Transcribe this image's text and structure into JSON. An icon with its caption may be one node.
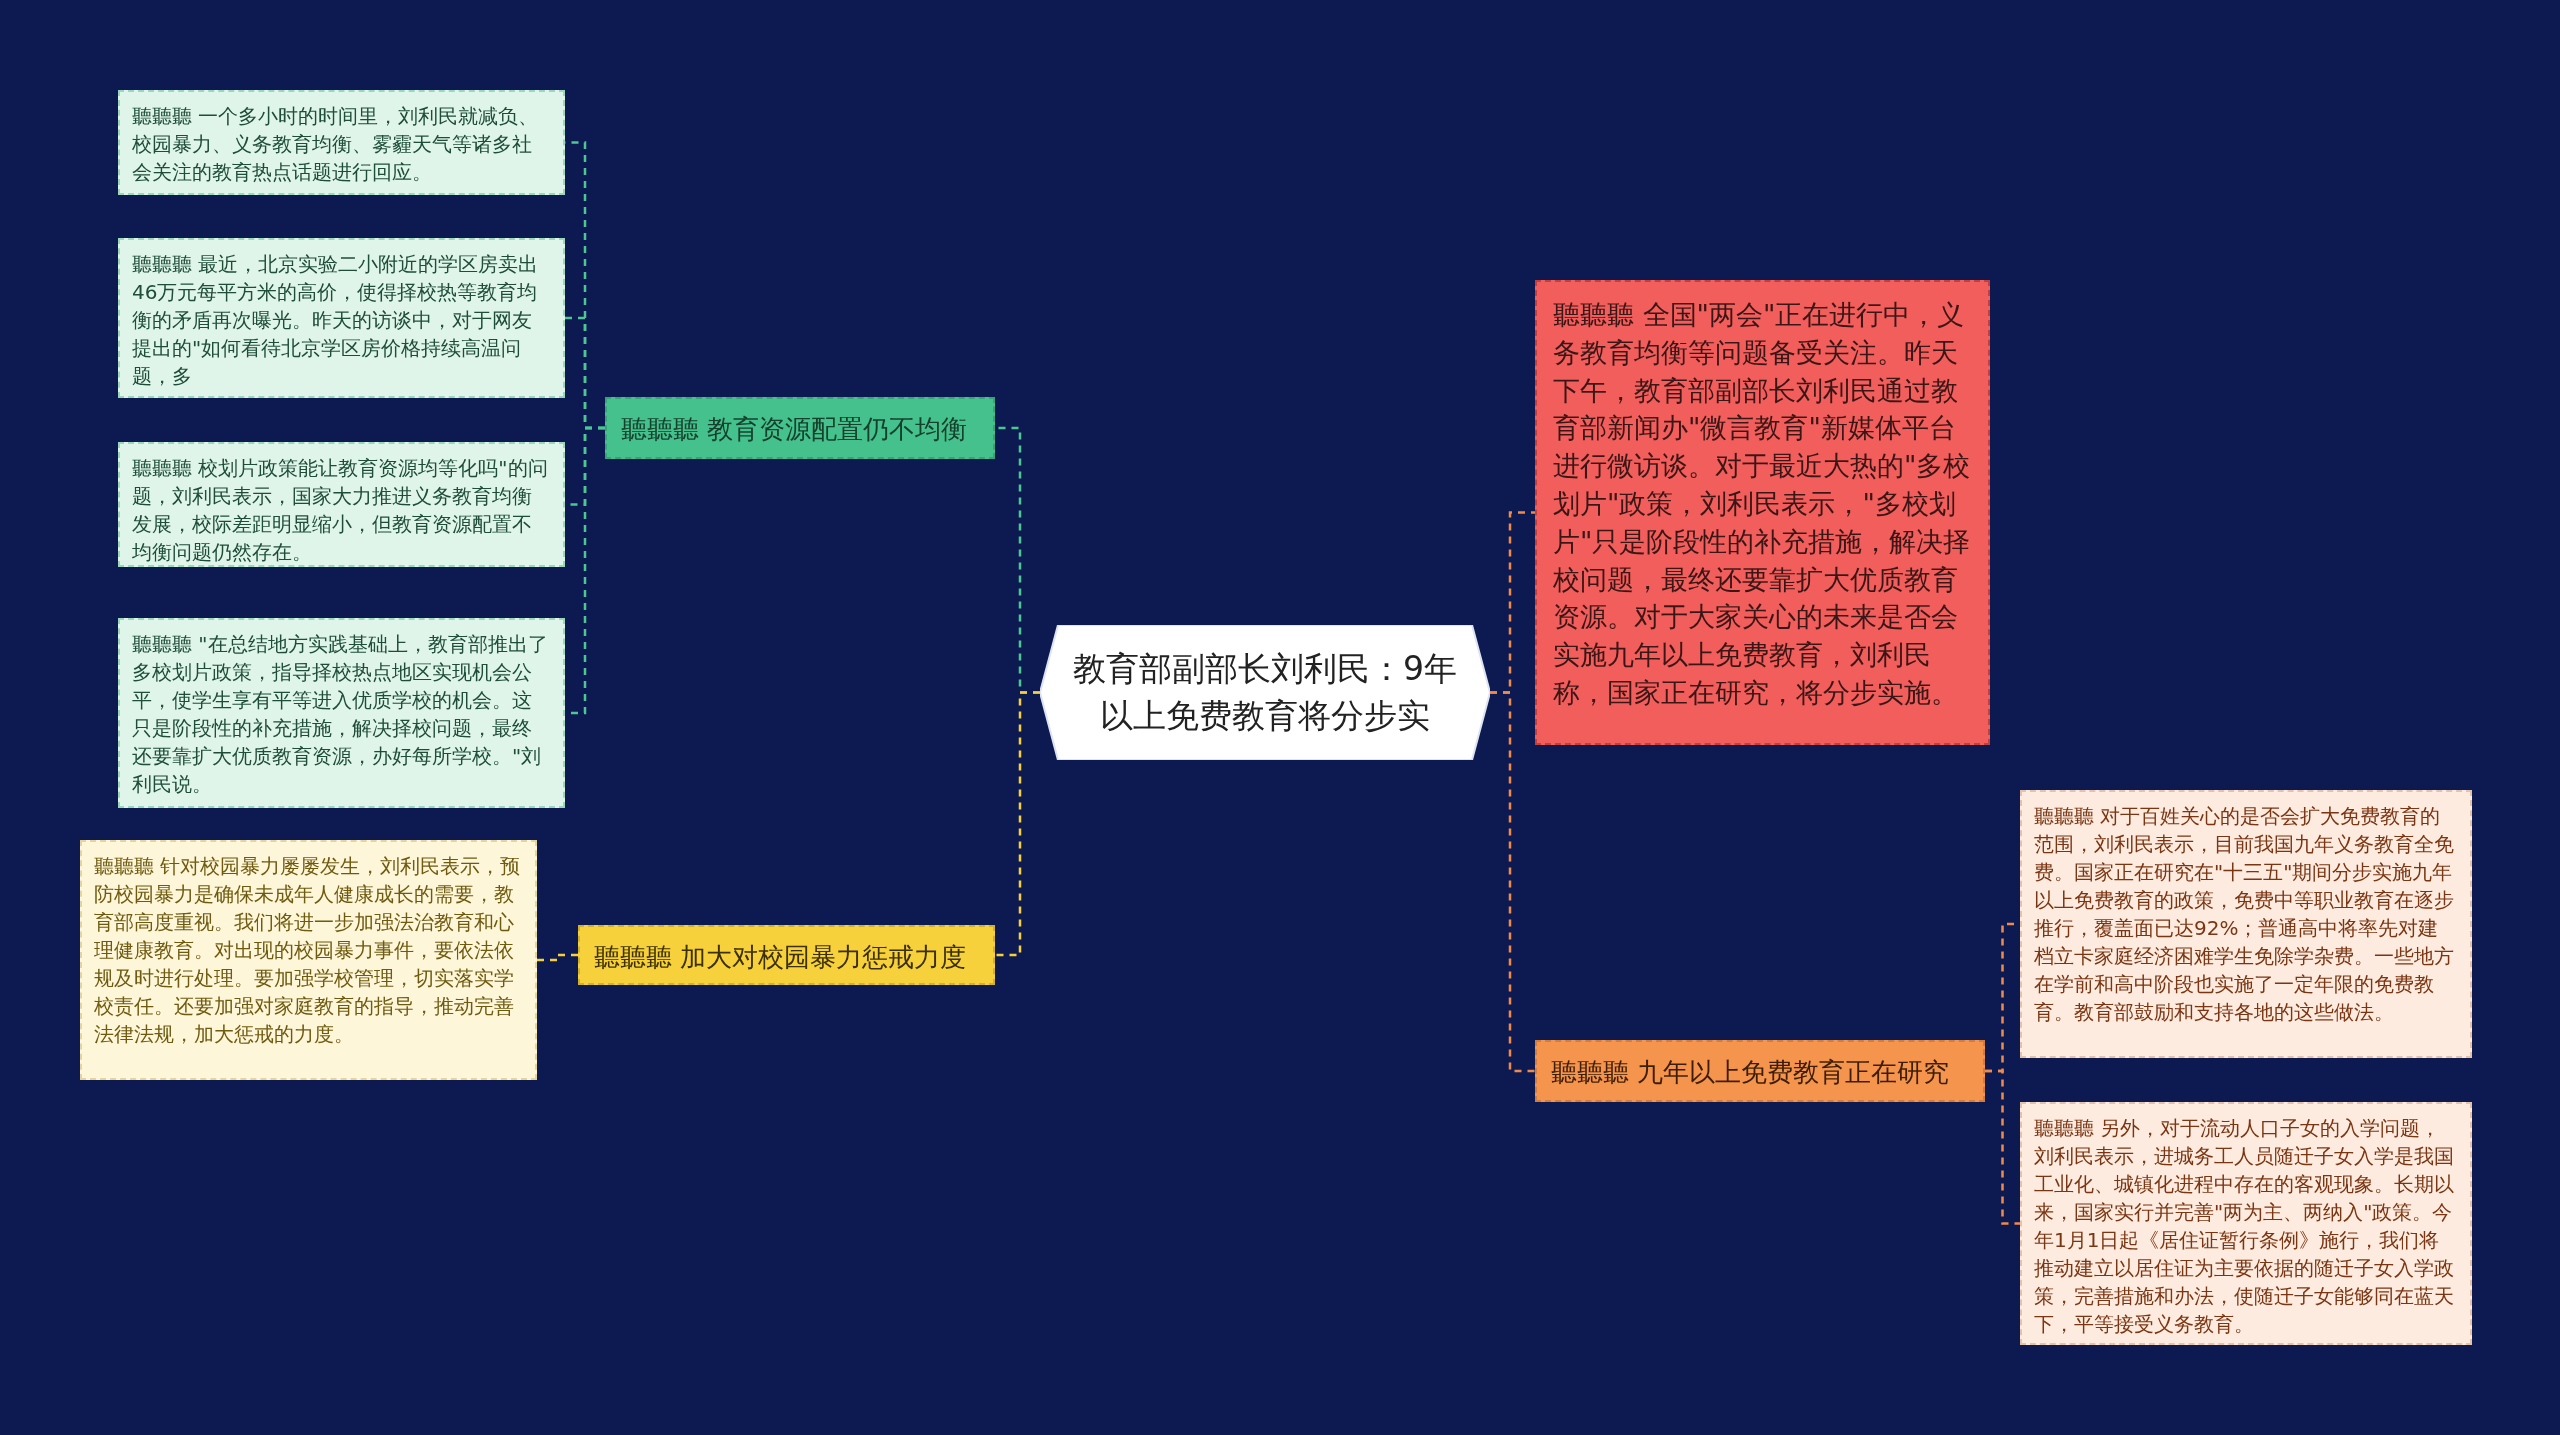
{
  "diagram": {
    "nodes": [
      {
        "text": [
          "教育部副部长刘利民：9年以上免费教育将分步实"
        ]
      },
      {
        "text": [
          "聽聽聽 教育资源配置仍不均衡"
        ]
      },
      {
        "text": [
          "聽聽聽 一个多小时的时间里，刘利民就减负、校园暴力、义务教育均衡、雾霾天气等诸多社会关注的教育热点话题进行回应。"
        ]
      },
      {
        "text": [
          "聽聽聽 最近，北京实验二小附近的学区房卖出46万元每平方米的高价，使得择校热等教育均衡的矛盾再次曝光。昨天的访谈中，对于网友提出的\"如何看待北京学区房价格持续高温问题，多"
        ]
      },
      {
        "text": [
          "聽聽聽 校划片政策能让教育资源均等化吗\"的问题，刘利民表示，国家大力推进义务教育均衡发展，校际差距明显缩小，但教育资源配置不均衡问题仍然存在。"
        ]
      },
      {
        "text": [
          "聽聽聽 \"在总结地方实践基础上，教育部推出了多校划片政策，指导择校热点地区实现机会公平，使学生享有平等进入优质学校的机会。这只是阶段性的补充措施，解决择校问题，最终还要靠扩大优质教育资源，办好每所学校。\"刘利民说。"
        ]
      },
      {
        "text": [
          "聽聽聽 加大对校园暴力惩戒力度"
        ]
      },
      {
        "text": [
          "聽聽聽 针对校园暴力屡屡发生，刘利民表示，预防校园暴力是确保未成年人健康成长的需要，教育部高度重视。我们将进一步加强法治教育和心理健康教育。对出现的校园暴力事件，要依法依规及时进行处理。要加强学校管理，切实落实学校责任。还要加强对家庭教育的指导，推动完善法律法规，加大惩戒的力度。"
        ]
      },
      {
        "text": [
          "聽聽聽 全国\"两会\"正在进行中，义务教育均衡等问题备受关注。昨天下午，教育部副部长刘利民通过教育部新闻办\"微言教育\"新媒体平台进行微访谈。对于最近大热的\"多校划片\"政策，刘利民表示，\"多校划片\"只是阶段性的补充措施，解决择校问题，最终还要靠扩大优质教育资源。对于大家关心的未来是否会实施九年以上免费教育，刘利民称，国家正在研究，将分步实施。"
        ]
      },
      {
        "text": [
          "聽聽聽 九年以上免费教育正在研究"
        ]
      },
      {
        "text": [
          "聽聽聽 对于百姓关心的是否会扩大免费教育的范围，刘利民表示，目前我国九年义务教育全免费。国家正在研究在\"十三五\"期间分步实施九年以上免费教育的政策，免费中等职业教育在逐步推行，覆盖面已达92%；普通高中将率先对建档立卡家庭经济困难学生免除学杂费。一些地方在学前和高中阶段也实施了一定年限的免费教育。教育部鼓励和支持各地的这些做法。"
        ]
      },
      {
        "text": [
          "聽聽聽 另外，对于流动人口子女的入学问题，刘利民表示，进城务工人员随迁子女入学是我国工业化、城镇化进程中存在的客观现象。长期以来，国家实行并完善\"两为主、两纳入\"政策。今年1月1日起《居住证暂行条例》施行，我们将推动建立以居住证为主要依据的随迁子女入学政策，完善措施和办法，使随迁子女能够同在蓝天下，平等接受义务教育。"
        ]
      }
    ],
    "edges": [
      {
        "from": 0,
        "to": 1,
        "arrow": "none",
        "style": "dashed",
        "color": "#4cc792"
      },
      {
        "from": 1,
        "to": 2,
        "arrow": "none",
        "style": "dashed",
        "color": "#4cc792"
      },
      {
        "from": 1,
        "to": 3,
        "arrow": "none",
        "style": "dashed",
        "color": "#4cc792"
      },
      {
        "from": 1,
        "to": 4,
        "arrow": "none",
        "style": "dashed",
        "color": "#4cc792"
      },
      {
        "from": 1,
        "to": 5,
        "arrow": "none",
        "style": "dashed",
        "color": "#4cc792"
      },
      {
        "from": 0,
        "to": 6,
        "arrow": "none",
        "style": "dashed",
        "color": "#f5cf3c"
      },
      {
        "from": 6,
        "to": 7,
        "arrow": "none",
        "style": "dashed",
        "color": "#f5cf3c"
      },
      {
        "from": 0,
        "to": 8,
        "arrow": "none",
        "style": "dashed",
        "color": "#f08a4b"
      },
      {
        "from": 0,
        "to": 9,
        "arrow": "none",
        "style": "dashed",
        "color": "#f08a4b"
      },
      {
        "from": 9,
        "to": 10,
        "arrow": "none",
        "style": "dashed",
        "color": "#f08a4b"
      },
      {
        "from": 9,
        "to": 11,
        "arrow": "none",
        "style": "dashed",
        "color": "#f08a4b"
      }
    ]
  }
}
